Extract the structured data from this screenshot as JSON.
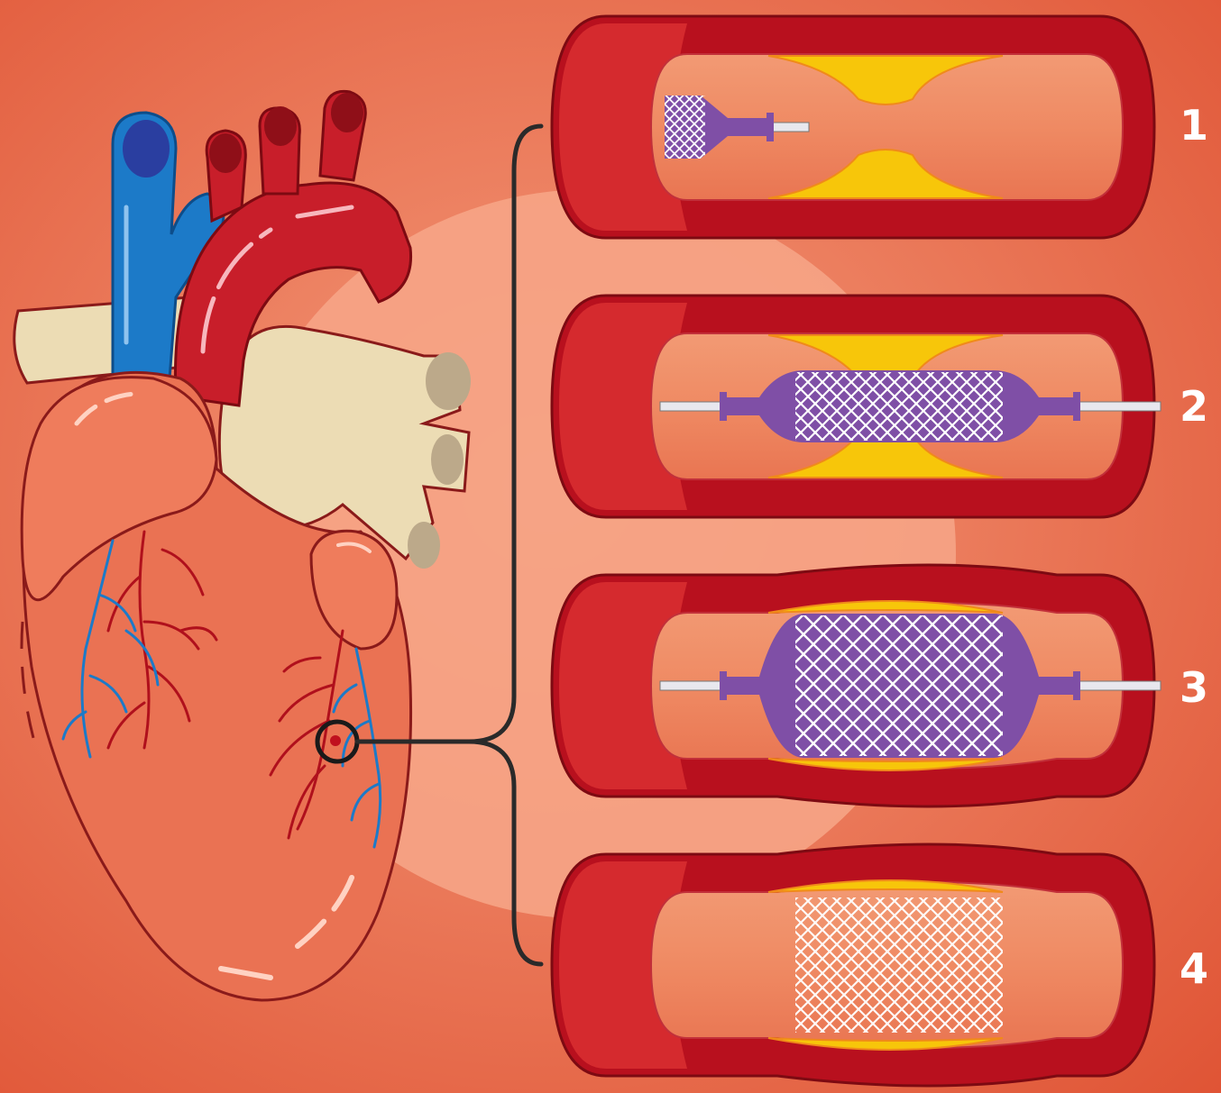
{
  "colors": {
    "background": "#e25a3c",
    "artery_wall": "#b8101e",
    "artery_lumen": "#ee8660",
    "plaque": "#f7c60a",
    "stent_mesh": "#ffffff",
    "balloon": "#7f4fa6",
    "vein_blue": "#1c7ac8",
    "heart": "#ea7253",
    "pulmonary": "#ecdcb4"
  },
  "icons": {
    "heart": "heart-illustration",
    "zoom": "magnify-circle",
    "stent": "stent-mesh",
    "balloon": "balloon-catheter"
  },
  "steps": [
    {
      "number": "1",
      "stage": "catheter-insertion"
    },
    {
      "number": "2",
      "stage": "stent-positioning"
    },
    {
      "number": "3",
      "stage": "balloon-inflation"
    },
    {
      "number": "4",
      "stage": "stent-deployed"
    }
  ]
}
